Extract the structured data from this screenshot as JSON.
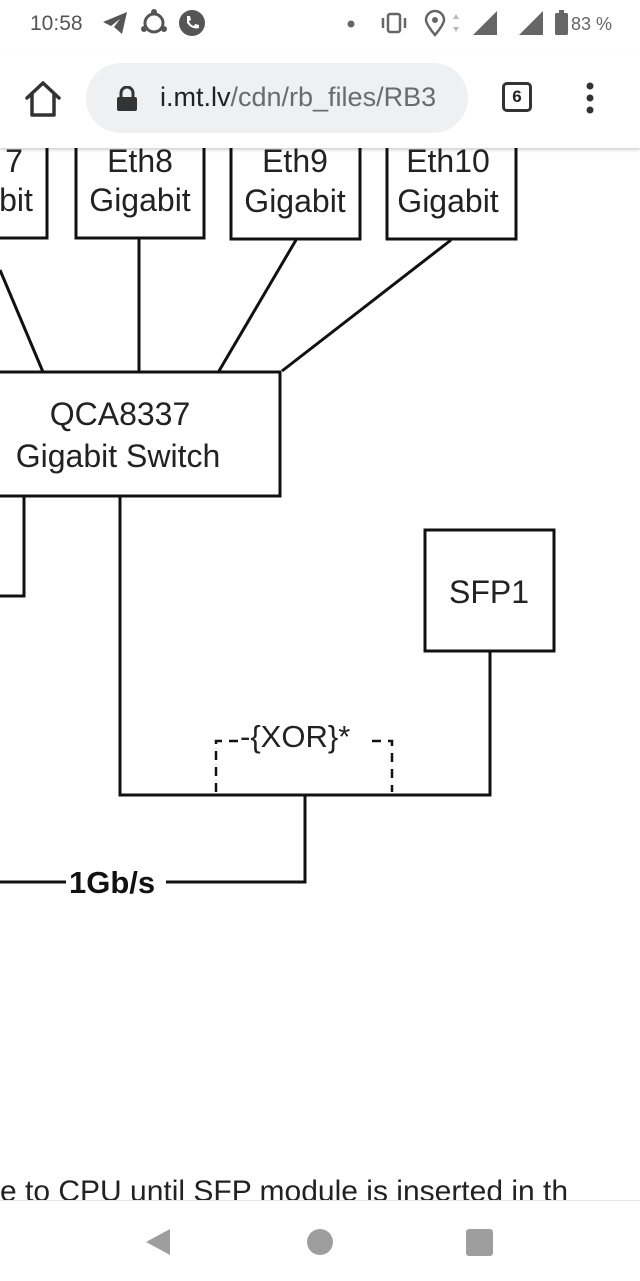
{
  "status_bar": {
    "time": "10:58",
    "battery_percent": "83 %",
    "icons": [
      "telegram-icon",
      "sync-icon",
      "phone-icon",
      "notification-dot-icon",
      "vibrate-icon",
      "location-icon",
      "data-arrows-icon",
      "signal-icon",
      "signal-icon",
      "battery-icon"
    ]
  },
  "browser": {
    "url_host": "i.mt.lv",
    "url_path": "/cdn/rb_files/RB3",
    "tab_count": "6"
  },
  "diagram": {
    "ports": [
      {
        "name": "7",
        "type": "bit"
      },
      {
        "name": "Eth8",
        "type": "Gigabit"
      },
      {
        "name": "Eth9",
        "type": "Gigabit"
      },
      {
        "name": "Eth10",
        "type": "Gigabit"
      }
    ],
    "switch": {
      "line1": "QCA8337",
      "line2": "Gigabit Switch"
    },
    "sfp": "SFP1",
    "xor": "-{XOR}*",
    "link_speed": "1Gb/s",
    "footnote": "e to CPU until SFP module is inserted in th"
  },
  "colors": {
    "line": "#111111",
    "nav_gray": "#9e9e9e",
    "url_bg": "#eef0f2"
  }
}
